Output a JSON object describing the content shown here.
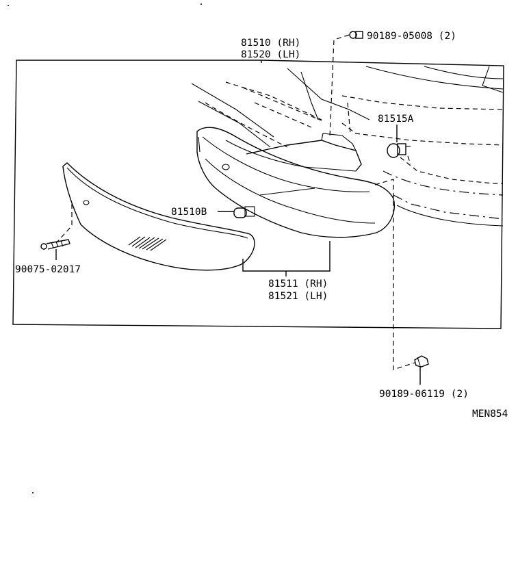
{
  "parts": {
    "bolt_top": "90189-05008 (2)",
    "lamp_rh": "81510 (RH)",
    "lamp_lh": "81520 (LH)",
    "socket": "81515A",
    "bulb": "81510B",
    "screw": "90075-02017",
    "lens_rh": "81511 (RH)",
    "lens_lh": "81521 (LH)",
    "bolt_bottom": "90189-06119 (2)"
  },
  "diagram_code": "MEN854"
}
